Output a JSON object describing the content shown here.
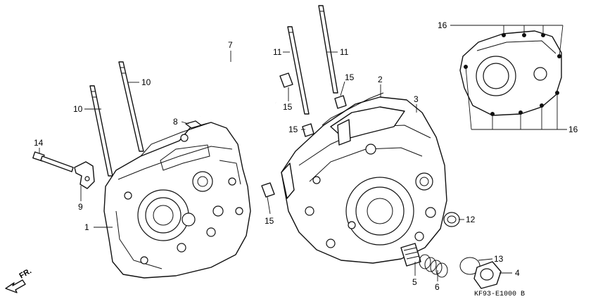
{
  "callouts": {
    "c1": "1",
    "c2": "2",
    "c3": "3",
    "c4": "4",
    "c5": "5",
    "c6": "6",
    "c7": "7",
    "c8": "8",
    "c9": "9",
    "c10a": "10",
    "c10b": "10",
    "c11a": "11",
    "c11b": "11",
    "c12": "12",
    "c13": "13",
    "c14": "14",
    "c15a": "15",
    "c15b": "15",
    "c15c": "15",
    "c15d": "15",
    "c16a": "16",
    "c16b": "16"
  },
  "direction_label": "FR.",
  "diagram_code": "KF93-E1000 B"
}
